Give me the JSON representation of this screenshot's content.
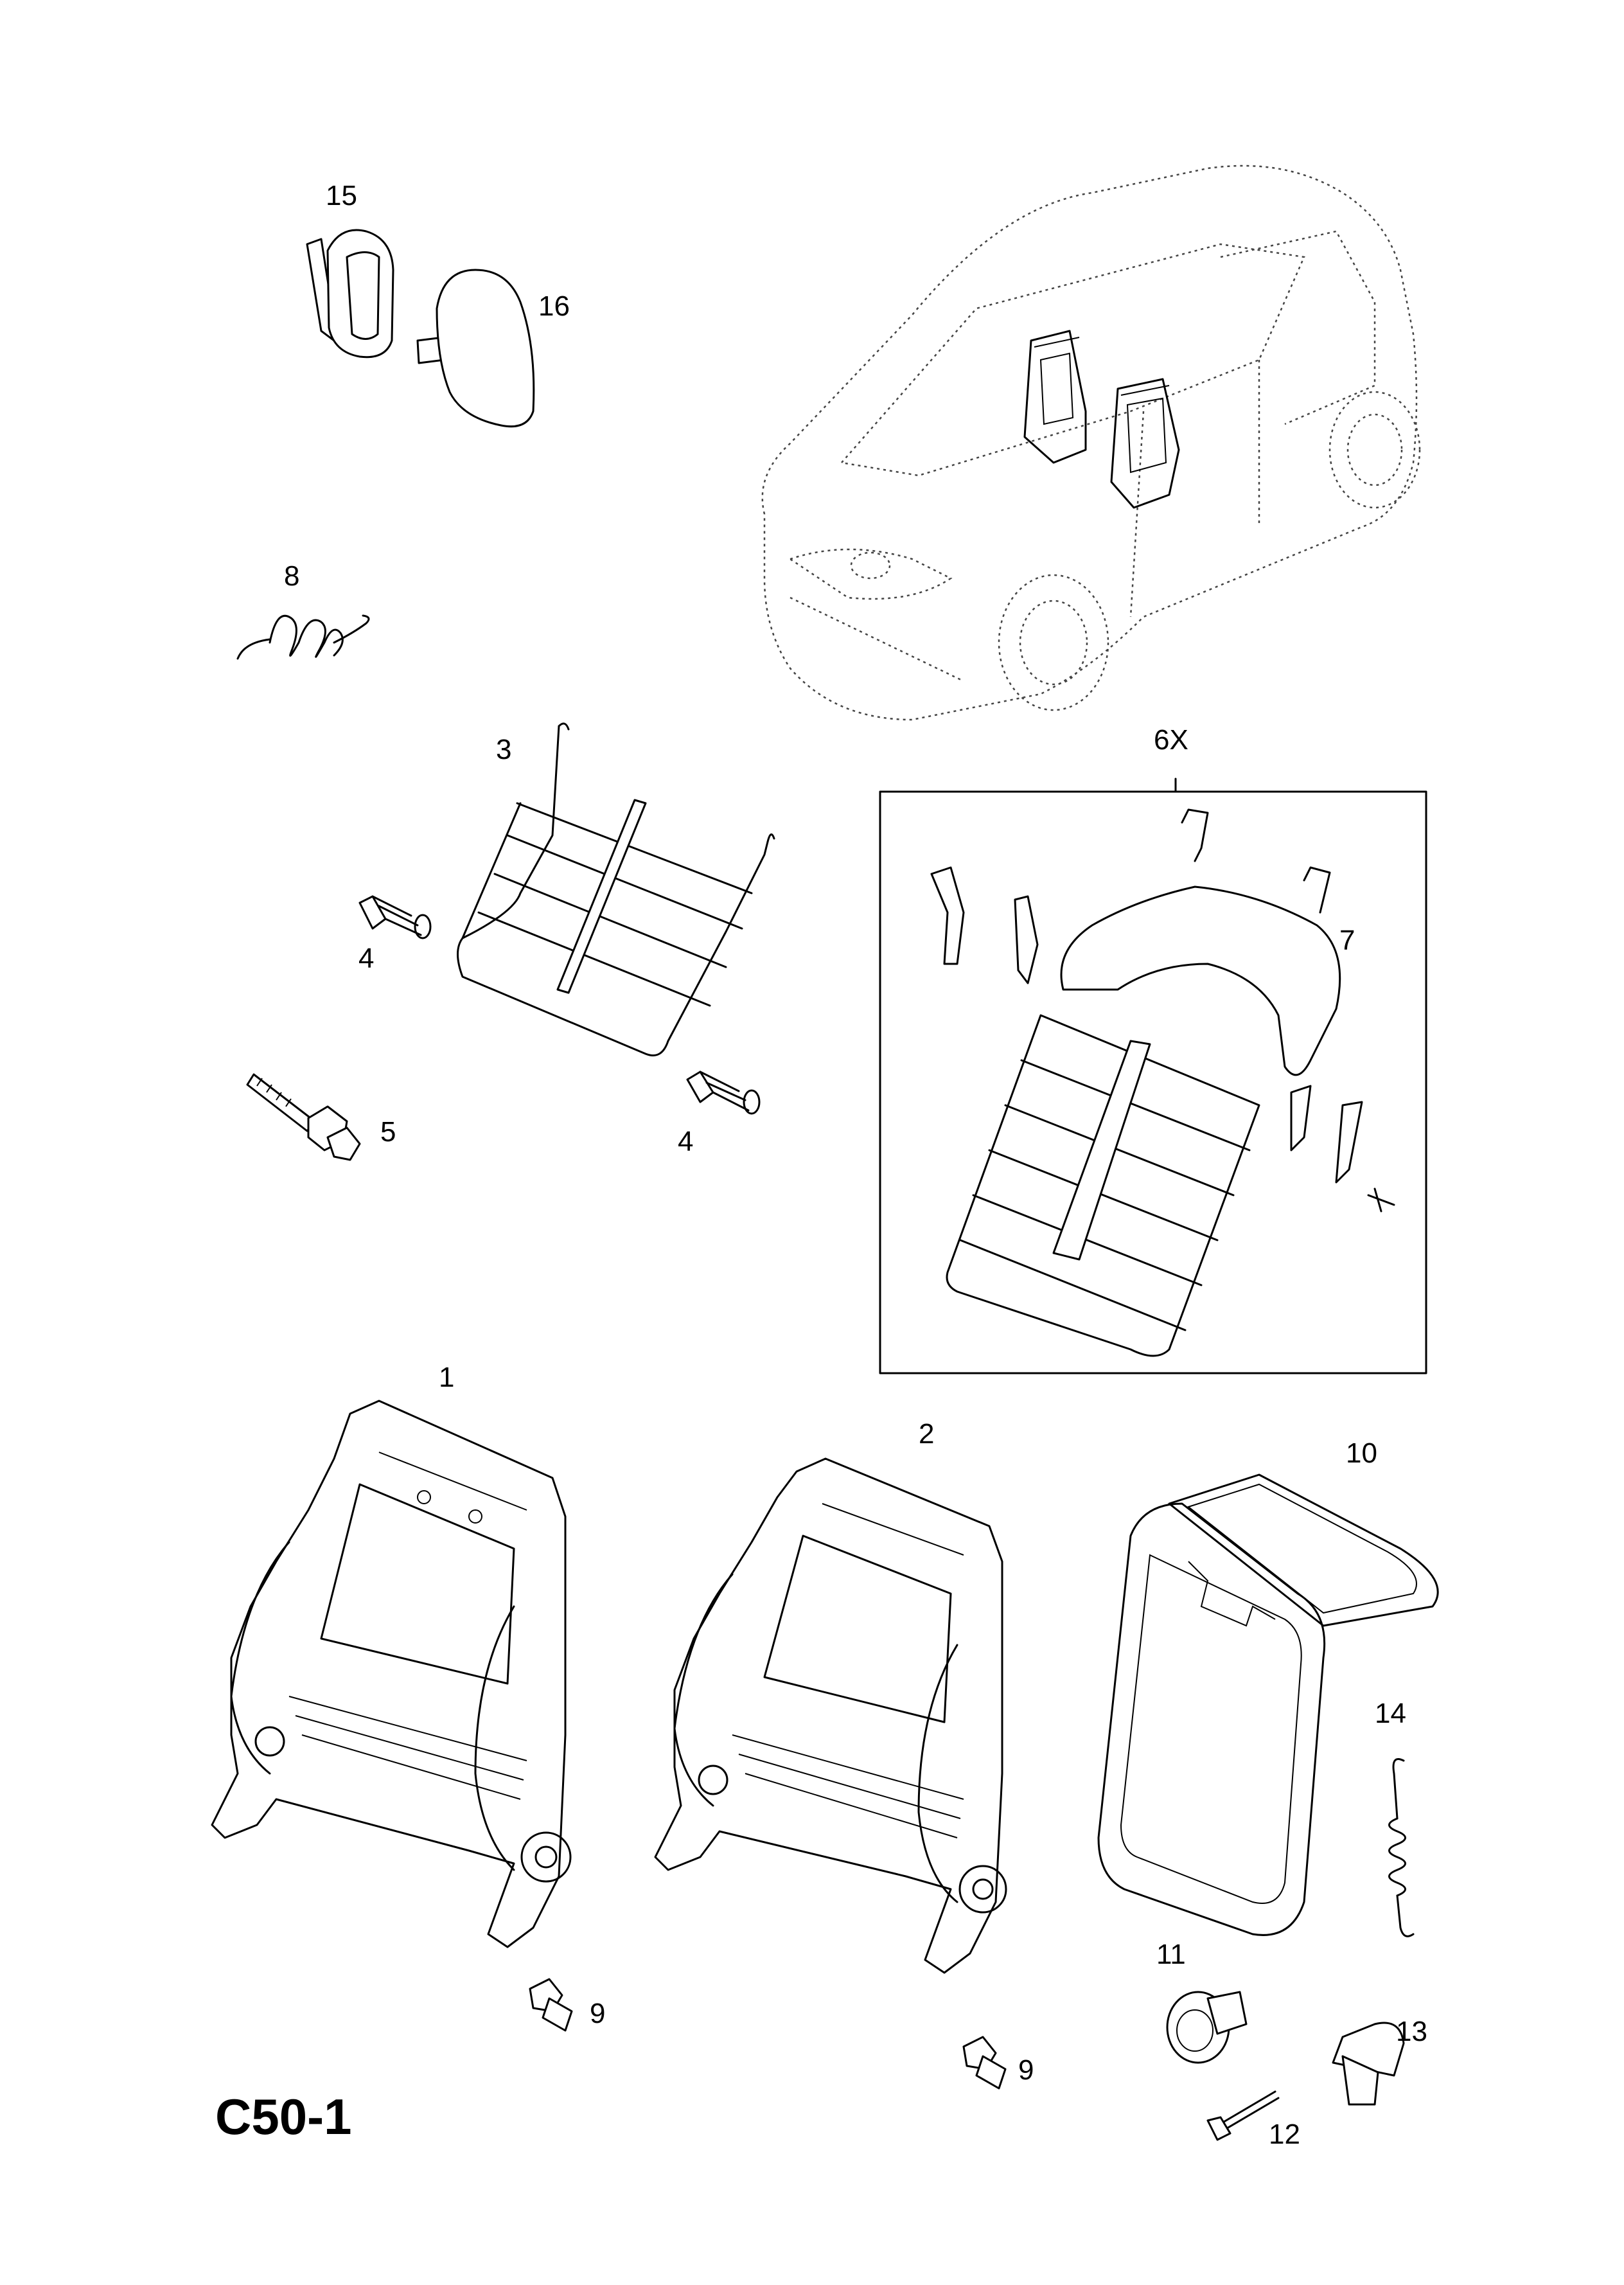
{
  "diagram": {
    "code": "C50-1",
    "assembly_label": "6X",
    "callouts": [
      {
        "id": "15",
        "text": "15"
      },
      {
        "id": "16",
        "text": "16"
      },
      {
        "id": "8",
        "text": "8"
      },
      {
        "id": "3",
        "text": "3"
      },
      {
        "id": "4a",
        "text": "4"
      },
      {
        "id": "4b",
        "text": "4"
      },
      {
        "id": "5",
        "text": "5"
      },
      {
        "id": "7",
        "text": "7"
      },
      {
        "id": "1",
        "text": "1"
      },
      {
        "id": "2",
        "text": "2"
      },
      {
        "id": "10",
        "text": "10"
      },
      {
        "id": "14",
        "text": "14"
      },
      {
        "id": "9a",
        "text": "9"
      },
      {
        "id": "9b",
        "text": "9"
      },
      {
        "id": "11",
        "text": "11"
      },
      {
        "id": "12",
        "text": "12"
      },
      {
        "id": "13",
        "text": "13"
      }
    ]
  }
}
